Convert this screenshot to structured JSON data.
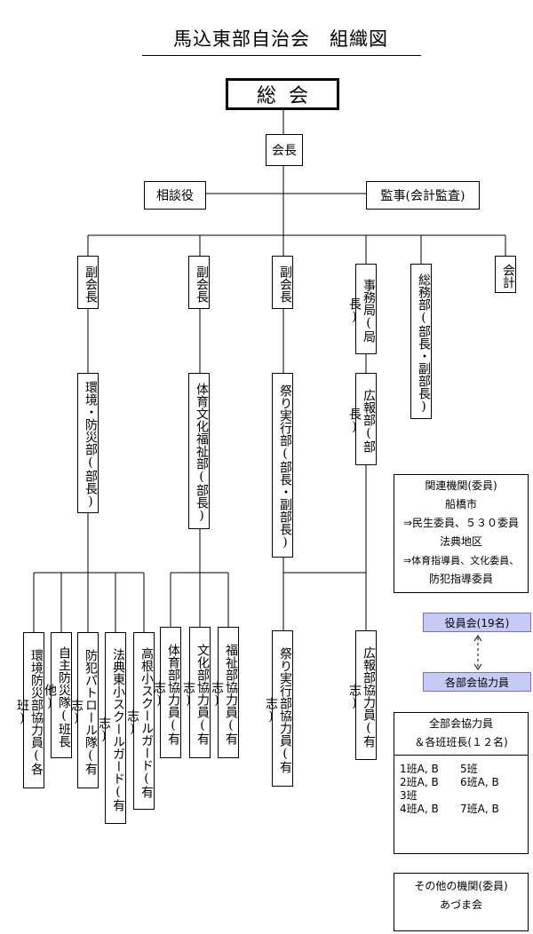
{
  "title": "馬込東部自治会　組織図",
  "top": {
    "general_assembly": "総会",
    "chair": "会長"
  },
  "side": {
    "advisor": "相談役",
    "auditor": "監事(会計監査)"
  },
  "officers": {
    "vice1": "副会長",
    "vice2": "副会長",
    "vice3": "副会長",
    "secretariat": "事務局(局長)",
    "general_affairs": "総務部(部長・副部長)",
    "treasurer": "会計"
  },
  "departments": {
    "env": "環境・防災部(部長)",
    "culture": "体育文化福祉部(部長)",
    "festival": "祭り実行部(部長・副部長)",
    "pr": "広報部(部長)"
  },
  "members": {
    "m1": "環境防災部協力員(各班)",
    "m2": "自主防災隊(班長他)",
    "m3": "防犯パトロール隊(有志)",
    "m4": "法典東小スクールガード(有志)",
    "m5": "高根小スクールガード(有志)",
    "m6": "体育部協力員(有志)",
    "m7": "文化部協力員(有志)",
    "m8": "福祉部協力員(有志)",
    "m9": "祭り実行部協力員(有志)",
    "m10": "広報部協力員(有志)"
  },
  "related": {
    "lines": [
      "関連機関(委員)",
      "船橋市",
      "⇒民生委員、５３０委員",
      "法典地区",
      "⇒体育指導員、文化委員、",
      "防犯指導委員"
    ]
  },
  "council": {
    "officers": "役員会(19名)",
    "dept_members": "各部会協力員"
  },
  "all_members": {
    "heading1": "全部会協力員",
    "heading2": "＆各班班長(１２名)",
    "col1": [
      "1班A, B",
      "2班A, B",
      "3班",
      "4班A, B"
    ],
    "col2": [
      "5班",
      "6班A, B",
      "",
      "7班A, B"
    ]
  },
  "other": {
    "heading": "その他の機関(委員)",
    "item": "あづま会"
  },
  "colors": {
    "council_fill": "#c5cbf5",
    "council_border": "#6b74c8"
  }
}
